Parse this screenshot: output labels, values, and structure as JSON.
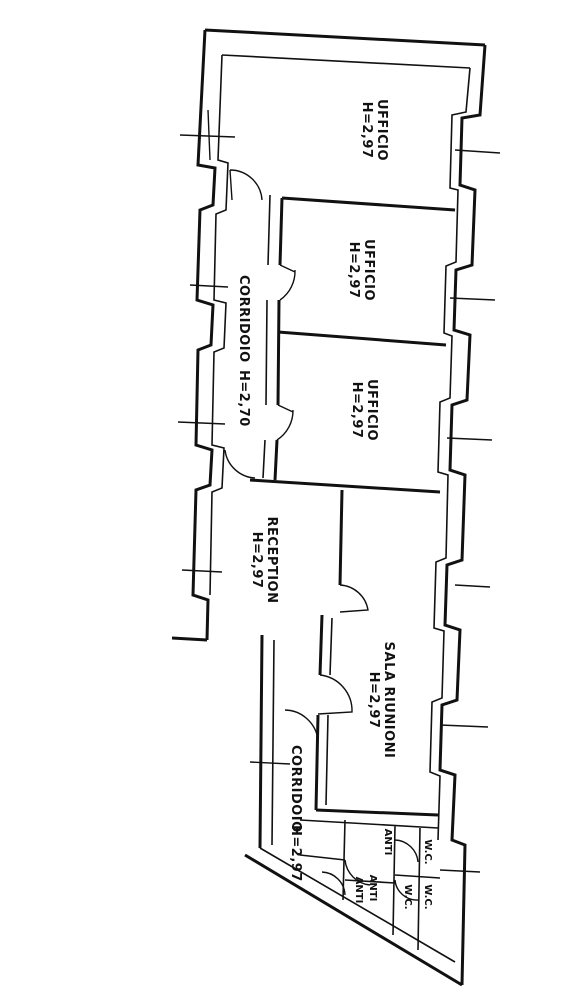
{
  "rooms": {
    "ufficio_1": {
      "name": "UFFICIO",
      "height": "H=2,97"
    },
    "ufficio_2": {
      "name": "UFFICIO",
      "height": "H=2,97"
    },
    "ufficio_3": {
      "name": "UFFICIO",
      "height": "H=2,97"
    },
    "corridoio_1": {
      "name": "CORRIDOIO",
      "height": "H=2,70"
    },
    "reception": {
      "name": "RECEPTION",
      "height": "H=2,97"
    },
    "sala_riunioni": {
      "name": "SALA RIUNIONI",
      "height": "H=2,97"
    },
    "corridoio_2": {
      "name": "CORRIDOIO",
      "height": "H=2,97"
    },
    "anti_1": {
      "name": "ANTI"
    },
    "anti_2": {
      "name": "ANTI"
    },
    "anti_3": {
      "name": "ANTI"
    },
    "anti_4": {
      "name": "W.C."
    },
    "wc_1": {
      "name": "W.C."
    },
    "wc_2": {
      "name": "W.C."
    }
  }
}
